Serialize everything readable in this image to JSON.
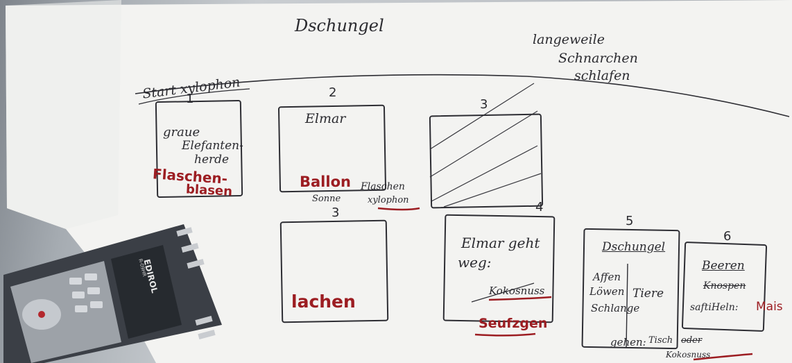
{
  "sheet": {
    "header_left": "Dschungel",
    "header_right": [
      "langeweile",
      "Schnarchen",
      "schlafen"
    ],
    "timeline_label": "Start xylophon"
  },
  "frames": [
    {
      "number": "1",
      "lines": [
        "graue",
        "Elefanten-",
        "herde"
      ],
      "red": [
        "Flaschen-",
        "blasen"
      ]
    },
    {
      "number": "2",
      "title": "Elmar",
      "red": "Ballon",
      "notes": [
        "Flaschen",
        "Sonne",
        "xylophon"
      ]
    },
    {
      "number": "3",
      "hatched": true
    },
    {
      "number": "3",
      "red": "lachen"
    },
    {
      "number": "4",
      "lines": [
        "Elmar geht",
        "weg:"
      ],
      "struck": "Kokosnuss",
      "red": "Seufzgen"
    },
    {
      "number": "5",
      "title": "Dschungel",
      "lines": [
        "Affen",
        "Löwen",
        "Schlange"
      ],
      "side": "Tiere"
    },
    {
      "number": "6",
      "title": "Beeren",
      "struck": "Knospen",
      "line": "saftiHeln:",
      "red": "Mais"
    }
  ],
  "bottom_note": {
    "prefix": "gehen:",
    "text": "Tisch",
    "struck": "oder",
    "line2": "Kokosnuss"
  },
  "recorder": {
    "brand": "EDIROL",
    "model": "R-09HR"
  },
  "colors": {
    "ink": "#2b2b30",
    "red_marker": "#9c1d22",
    "paper": "#f4f4f2",
    "device": "#3b3f46"
  }
}
